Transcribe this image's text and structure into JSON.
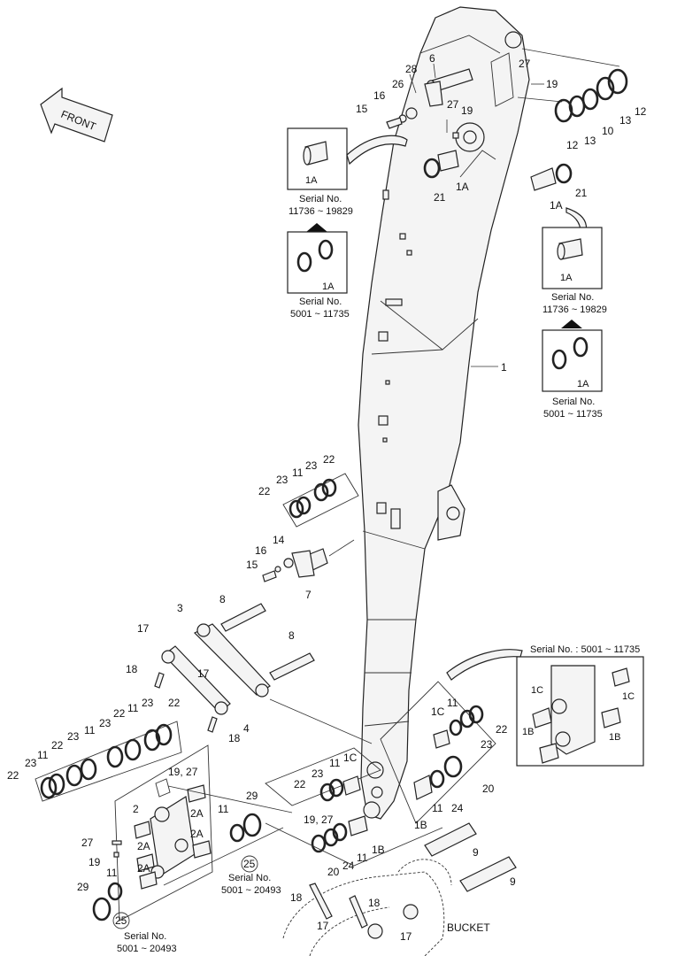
{
  "front_label": "FRONT",
  "bucket_label": "BUCKET",
  "serial_label": "Serial No.",
  "serial_ranges": {
    "new_boom": "11736 ~ 19829",
    "old_boom": "5001 ~ 11735",
    "linkage": "5001 ~ 20493",
    "arm_inset_title": "Serial No. : 5001 ~ 11735"
  },
  "callouts": {
    "arm": "1",
    "bushing_1a": "1A",
    "bushing_1b": "1B",
    "bushing_1c": "1C",
    "link": "2",
    "link_bushing": "2A",
    "rod": "3",
    "rod_4": "4",
    "pin_6": "6",
    "pin_7": "7",
    "pin_8": "8",
    "pin_9": "9",
    "shim_10": "10",
    "shim_11": "11",
    "seal_12": "12",
    "ring_13": "13",
    "plate_14": "14",
    "bolt_15": "15",
    "washer_16": "16",
    "fitting_17": "17",
    "bolt_18": "18",
    "fitting_19": "19",
    "seal_20": "20",
    "ring_21": "21",
    "seal_22": "22",
    "ring_23": "23",
    "seal_24": "24",
    "circled_25": "25",
    "washer_26": "26",
    "pin_27": "27",
    "nut_28": "28",
    "ring_29": "29",
    "pair_19_27": "19, 27"
  }
}
